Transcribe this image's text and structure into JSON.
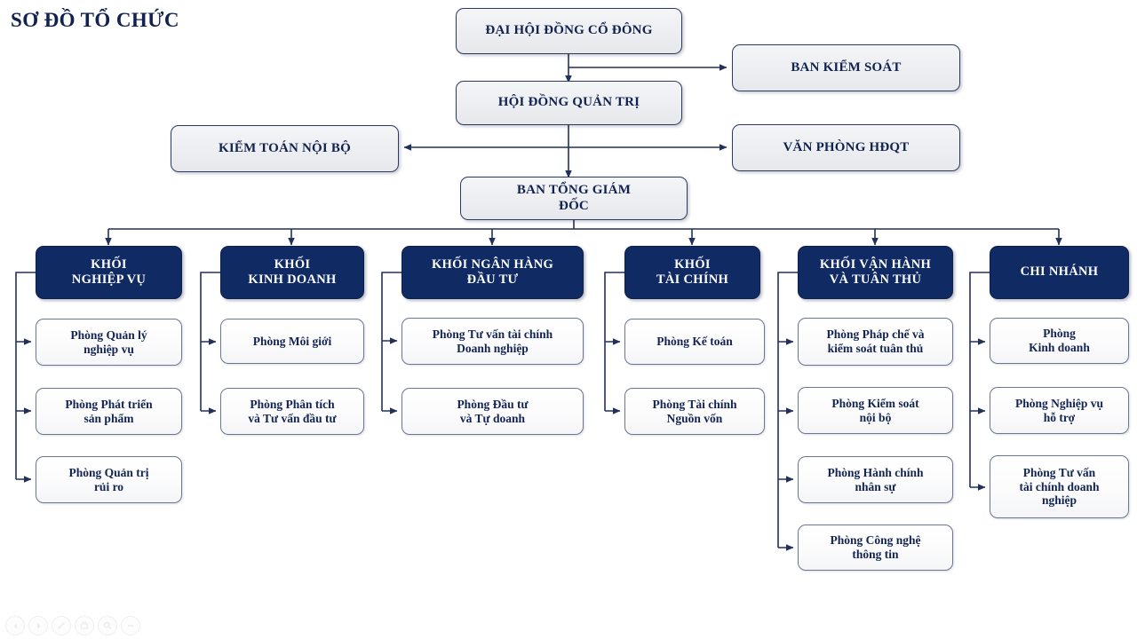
{
  "page": {
    "title": "SƠ ĐỒ TỔ CHỨC",
    "background": "#ffffff",
    "accent_navy": "#102a63",
    "text_navy": "#11224f",
    "line_color": "#2b3a63"
  },
  "top_level": {
    "shareholders": "ĐẠI HỘI ĐỒNG CỔ ĐÔNG",
    "supervisory_board": "BAN KIỂM SOÁT",
    "board_of_directors": "HỘI ĐỒNG QUẢN TRỊ",
    "internal_audit": "KIỂM TOÁN NỘI BỘ",
    "bod_office": "VĂN PHÒNG HĐQT",
    "executive_board_line1": "BAN TỔNG GIÁM",
    "executive_board_line2": "ĐỐC"
  },
  "divisions": [
    {
      "id": "nghiep-vu",
      "header_lines": [
        "KHỐI",
        "NGHIỆP VỤ"
      ],
      "departments": [
        {
          "lines": [
            "Phòng Quản lý",
            "nghiệp vụ"
          ]
        },
        {
          "lines": [
            "Phòng Phát triển",
            "sản phẩm"
          ]
        },
        {
          "lines": [
            "Phòng Quản trị",
            "rủi ro"
          ]
        }
      ]
    },
    {
      "id": "kinh-doanh",
      "header_lines": [
        "KHỐI",
        "KINH DOANH"
      ],
      "departments": [
        {
          "lines": [
            "Phòng Môi giới"
          ]
        },
        {
          "lines": [
            "Phòng Phân tích",
            "và Tư vấn đầu tư"
          ]
        }
      ]
    },
    {
      "id": "ngan-hang-dau-tu",
      "header_lines": [
        "KHỐI NGÂN HÀNG",
        "ĐẦU TƯ"
      ],
      "departments": [
        {
          "lines": [
            "Phòng Tư vấn tài chính",
            "Doanh nghiệp"
          ]
        },
        {
          "lines": [
            "Phòng Đầu tư",
            "và Tự doanh"
          ]
        }
      ]
    },
    {
      "id": "tai-chinh",
      "header_lines": [
        "KHỐI",
        "TÀI CHÍNH"
      ],
      "departments": [
        {
          "lines": [
            "Phòng Kế toán"
          ]
        },
        {
          "lines": [
            "Phòng Tài chính",
            "Nguồn vốn"
          ]
        }
      ]
    },
    {
      "id": "van-hanh-tuan-thu",
      "header_lines": [
        "KHỐI VẬN HÀNH",
        "VÀ TUÂN THỦ"
      ],
      "departments": [
        {
          "lines": [
            "Phòng Pháp chế và",
            "kiểm soát tuân thủ"
          ]
        },
        {
          "lines": [
            "Phòng Kiểm soát",
            "nội bộ"
          ]
        },
        {
          "lines": [
            "Phòng Hành chính",
            "nhân sự"
          ]
        },
        {
          "lines": [
            "Phòng Công nghệ",
            "thông tin"
          ]
        }
      ]
    },
    {
      "id": "chi-nhanh",
      "header_lines": [
        "CHI NHÁNH"
      ],
      "departments": [
        {
          "lines": [
            "Phòng",
            "Kinh doanh"
          ]
        },
        {
          "lines": [
            "Phòng Nghiệp vụ",
            "hỗ trợ"
          ]
        },
        {
          "lines": [
            "Phòng Tư vấn",
            "tài chính doanh",
            "nghiệp"
          ]
        }
      ]
    }
  ],
  "toolbar": {
    "items": [
      {
        "icon": "previous-icon",
        "label": "Previous"
      },
      {
        "icon": "next-icon",
        "label": "Next"
      },
      {
        "icon": "pen-icon",
        "label": "Annotate"
      },
      {
        "icon": "print-icon",
        "label": "Print"
      },
      {
        "icon": "zoom-icon",
        "label": "Zoom"
      },
      {
        "icon": "minus-icon",
        "label": "Zoom out"
      }
    ]
  }
}
